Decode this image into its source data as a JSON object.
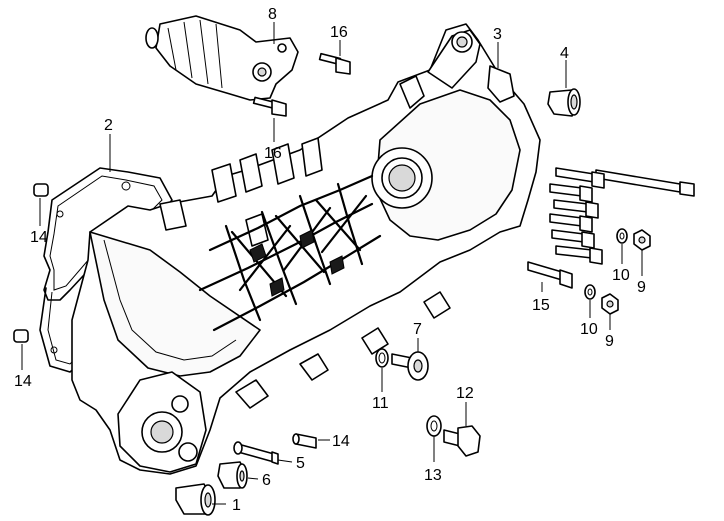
{
  "diagram": {
    "callouts": [
      {
        "id": "c1",
        "text": "1"
      },
      {
        "id": "c2",
        "text": "2"
      },
      {
        "id": "c3",
        "text": "3"
      },
      {
        "id": "c4",
        "text": "4"
      },
      {
        "id": "c5",
        "text": "5"
      },
      {
        "id": "c6",
        "text": "6"
      },
      {
        "id": "c7",
        "text": "7"
      },
      {
        "id": "c8",
        "text": "8"
      },
      {
        "id": "c9a",
        "text": "9"
      },
      {
        "id": "c9b",
        "text": "9"
      },
      {
        "id": "c10a",
        "text": "10"
      },
      {
        "id": "c10b",
        "text": "10"
      },
      {
        "id": "c11",
        "text": "11"
      },
      {
        "id": "c12",
        "text": "12"
      },
      {
        "id": "c13",
        "text": "13"
      },
      {
        "id": "c14a",
        "text": "14"
      },
      {
        "id": "c14b",
        "text": "14"
      },
      {
        "id": "c14c",
        "text": "14"
      },
      {
        "id": "c15",
        "text": "15"
      },
      {
        "id": "c16a",
        "text": "16"
      },
      {
        "id": "c16b",
        "text": "16"
      }
    ]
  }
}
